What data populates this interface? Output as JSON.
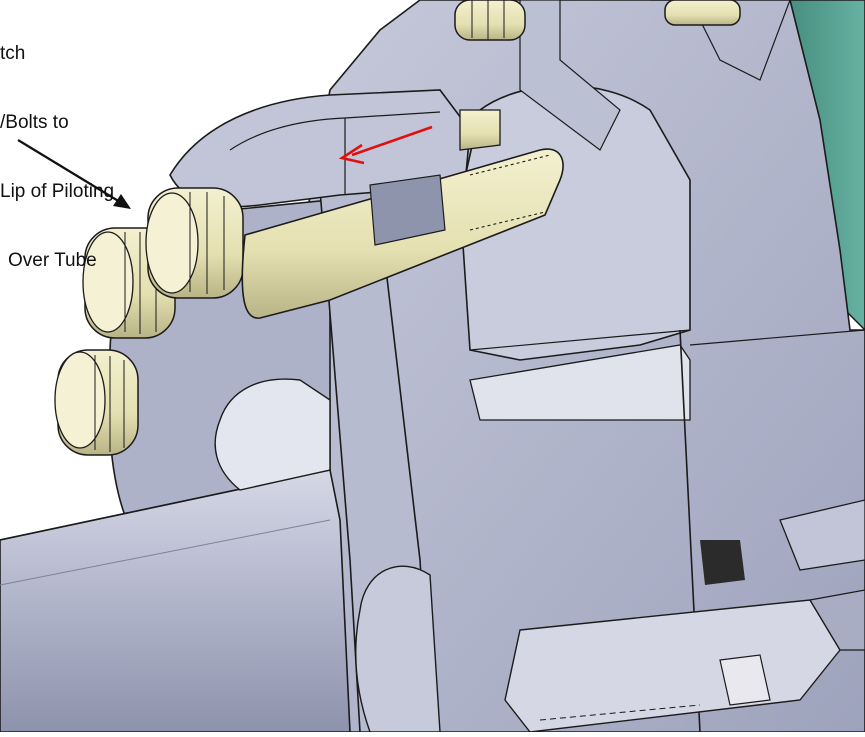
{
  "annotation": {
    "lines": [
      "tch",
      "/Bolts to",
      "Lip of Piloting",
      "Over Tube"
    ]
  },
  "colors": {
    "housing": "#aeb2c8",
    "housing_light": "#c9ccdc",
    "housing_dark": "#7f849c",
    "bolts": "#e9e5b8",
    "bolts_shade": "#bdb98a",
    "teal_part": "#4f9a8c",
    "leader_arrow": "#111111",
    "direction_arrow": "#e01010"
  },
  "icons": [
    "leader-arrow",
    "direction-arrow"
  ]
}
